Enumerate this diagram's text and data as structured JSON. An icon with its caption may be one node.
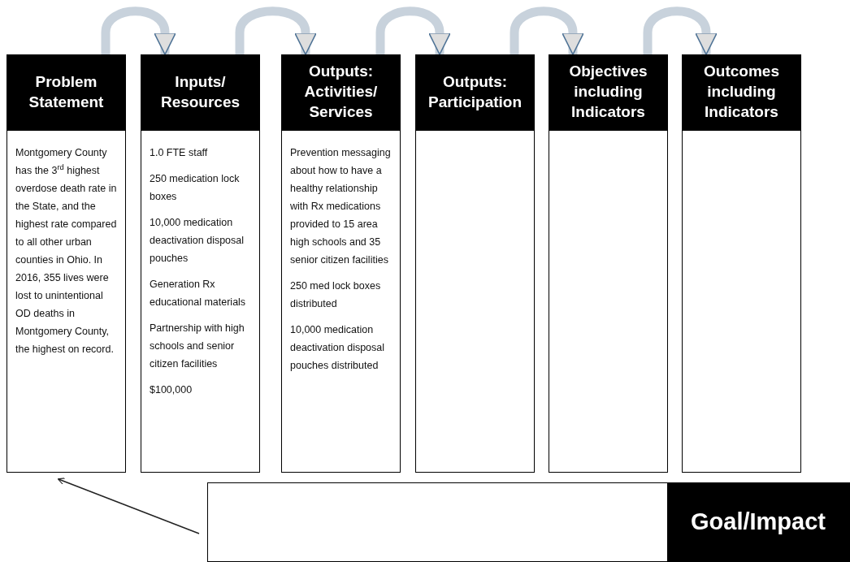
{
  "diagram": {
    "nodes": [
      {
        "text": [
          "Problem Statement"
        ]
      },
      {
        "text": [
          "Montgomery County has the 3$^{rd}$ highest overdose death rate in the State, and the highest rate compared to all other urban counties in Ohio. In 2016, 355 lives were lost to unintentional OD deaths in Montgomery County, the highest on record."
        ]
      },
      {
        "text": [
          "Inputs/ Resources"
        ]
      },
      {
        "text": [
          "1.0 FTE staff",
          "250 medication lock boxes",
          "10,000 medication deactivation disposal pouches",
          "Generation Rx educational materials",
          "Partnership with high schools and senior citizen facilities",
          "$100,000"
        ]
      },
      {
        "text": [
          "Outputs: Activities/ Services"
        ]
      },
      {
        "text": [
          "Prevention messaging about how to have a healthy relationship with Rx medications provided to 15 area high schools and 35 senior citizen facilities",
          "250 med lock boxes distributed",
          "10,000 medication deactivation disposal pouches distributed"
        ]
      },
      {
        "text": [
          "Outputs: Participation"
        ]
      },
      {
        "text": [],
        "shape": "box"
      },
      {
        "text": [
          "Objectives including Indicators"
        ]
      },
      {
        "text": [],
        "shape": "box"
      },
      {
        "text": [
          "Outcomes including Indicators"
        ]
      },
      {
        "text": [],
        "shape": "box"
      },
      {
        "text": [
          "Goal/Impact"
        ]
      }
    ],
    "edges": [
      {
        "from": 0,
        "to": 2,
        "arrow": "to"
      },
      {
        "from": 2,
        "to": 4,
        "arrow": "to"
      },
      {
        "from": 4,
        "to": 6,
        "arrow": "to"
      },
      {
        "from": 6,
        "to": 8,
        "arrow": "to"
      },
      {
        "from": 8,
        "to": 10,
        "arrow": "to"
      },
      {
        "from": 12,
        "to": 1,
        "arrow": "to",
        "color": "#222222"
      }
    ]
  }
}
